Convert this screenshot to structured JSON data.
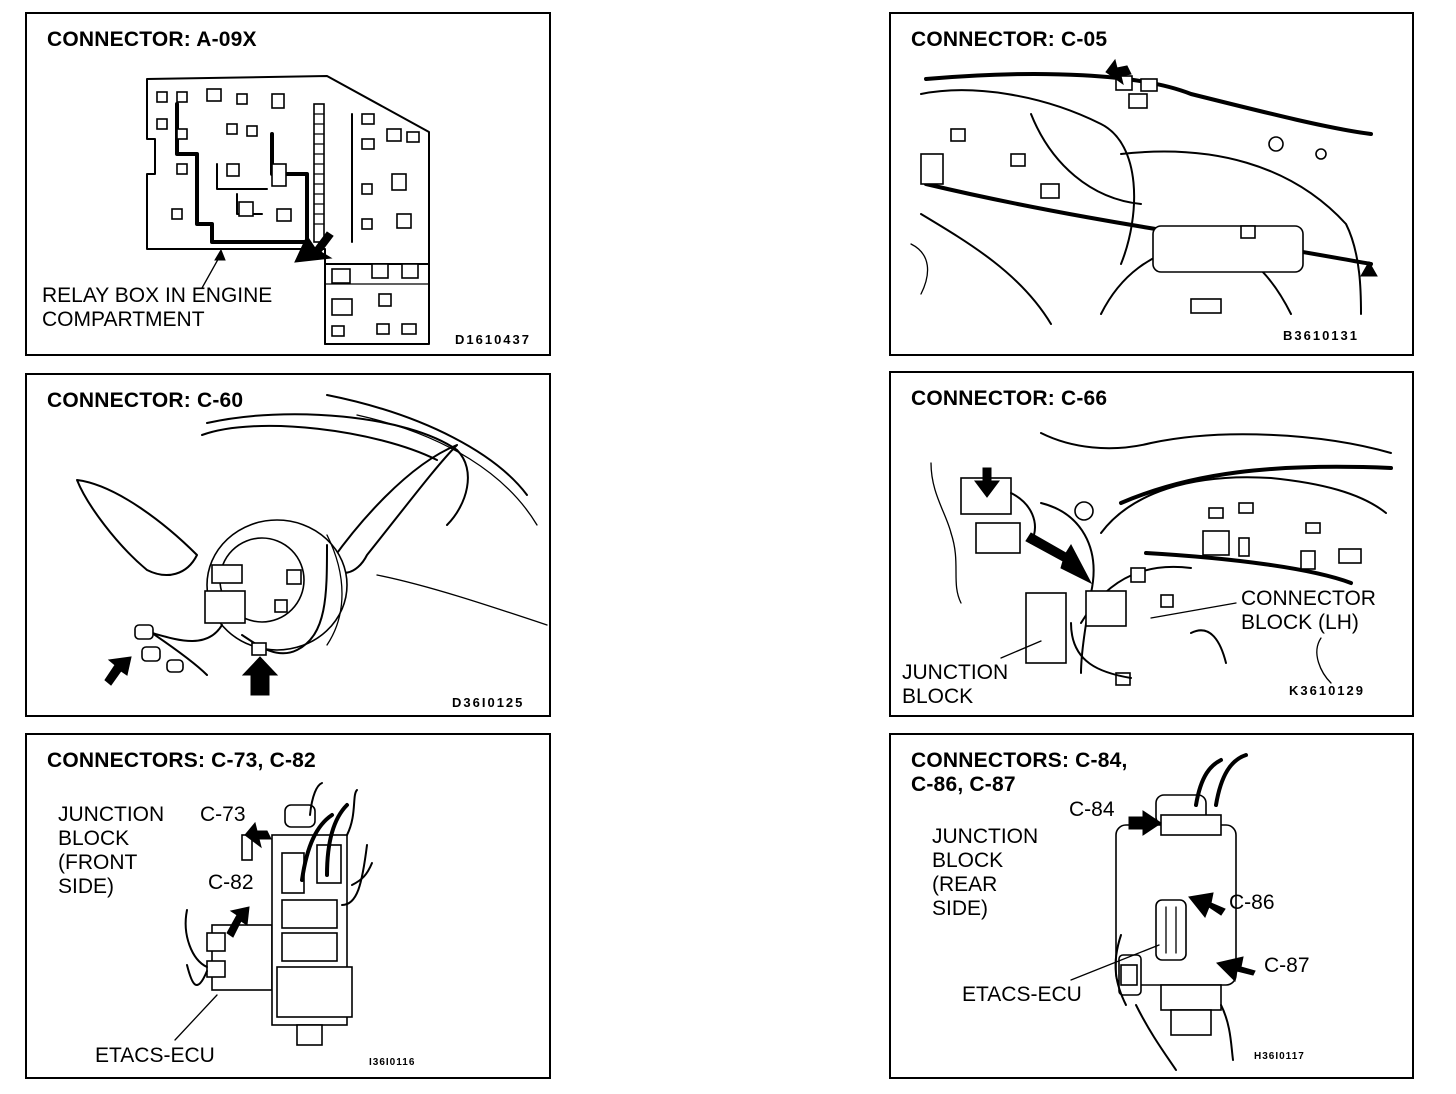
{
  "panels": {
    "a09x": {
      "title": "CONNECTOR: A-09X",
      "label_line1": "RELAY BOX IN ENGINE",
      "label_line2": "COMPARTMENT",
      "code": "D1610437"
    },
    "c05": {
      "title": "CONNECTOR: C-05",
      "code": "B3610131"
    },
    "c60": {
      "title": "CONNECTOR: C-60",
      "code": "D36I0125"
    },
    "c66": {
      "title": "CONNECTOR: C-66",
      "connector_block_line1": "CONNECTOR",
      "connector_block_line2": "BLOCK (LH)",
      "junction_line1": "JUNCTION",
      "junction_line2": "BLOCK",
      "code": "K3610129"
    },
    "c73": {
      "title": "CONNECTORS: C-73, C-82",
      "junction_line1": "JUNCTION",
      "junction_line2": "BLOCK",
      "junction_line3": "(FRONT",
      "junction_line4": "SIDE)",
      "c73_label": "C-73",
      "c82_label": "C-82",
      "ecu_label": "ETACS-ECU",
      "code": "I36I0116"
    },
    "c84": {
      "title_line1": "CONNECTORS: C-84,",
      "title_line2": "C-86, C-87",
      "c84_label": "C-84",
      "junction_line1": "JUNCTION",
      "junction_line2": "BLOCK",
      "junction_line3": "(REAR",
      "junction_line4": "SIDE)",
      "c86_label": "C-86",
      "c87_label": "C-87",
      "ecu_label": "ETACS-ECU",
      "code": "H36I0117"
    }
  }
}
